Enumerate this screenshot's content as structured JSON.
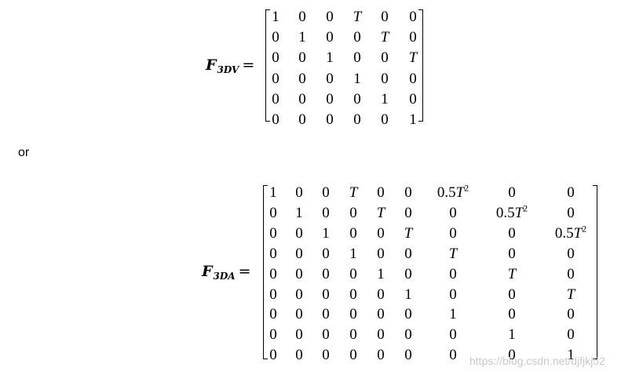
{
  "equation1": {
    "lhs_main": "F",
    "lhs_sub": "3DV",
    "equals": "=",
    "matrix": [
      [
        "1",
        "0",
        "0",
        "T",
        "0",
        "0"
      ],
      [
        "0",
        "1",
        "0",
        "0",
        "T",
        "0"
      ],
      [
        "0",
        "0",
        "1",
        "0",
        "0",
        "T"
      ],
      [
        "0",
        "0",
        "0",
        "1",
        "0",
        "0"
      ],
      [
        "0",
        "0",
        "0",
        "0",
        "1",
        "0"
      ],
      [
        "0",
        "0",
        "0",
        "0",
        "0",
        "1"
      ]
    ]
  },
  "separator": "or",
  "equation2": {
    "lhs_main": "F",
    "lhs_sub": "3DA",
    "equals": "=",
    "matrix": [
      [
        "1",
        "0",
        "0",
        "T",
        "0",
        "0",
        "0.5T^2",
        "0",
        "0"
      ],
      [
        "0",
        "1",
        "0",
        "0",
        "T",
        "0",
        "0",
        "0.5T^2",
        "0"
      ],
      [
        "0",
        "0",
        "1",
        "0",
        "0",
        "T",
        "0",
        "0",
        "0.5T^2"
      ],
      [
        "0",
        "0",
        "0",
        "1",
        "0",
        "0",
        "T",
        "0",
        "0"
      ],
      [
        "0",
        "0",
        "0",
        "0",
        "1",
        "0",
        "0",
        "T",
        "0"
      ],
      [
        "0",
        "0",
        "0",
        "0",
        "0",
        "1",
        "0",
        "0",
        "T"
      ],
      [
        "0",
        "0",
        "0",
        "0",
        "0",
        "0",
        "1",
        "0",
        "0"
      ],
      [
        "0",
        "0",
        "0",
        "0",
        "0",
        "0",
        "0",
        "1",
        "0"
      ],
      [
        "0",
        "0",
        "0",
        "0",
        "0",
        "0",
        "0",
        "0",
        "1"
      ]
    ]
  },
  "watermark": "https://blog.csdn.net/djfjkj52"
}
